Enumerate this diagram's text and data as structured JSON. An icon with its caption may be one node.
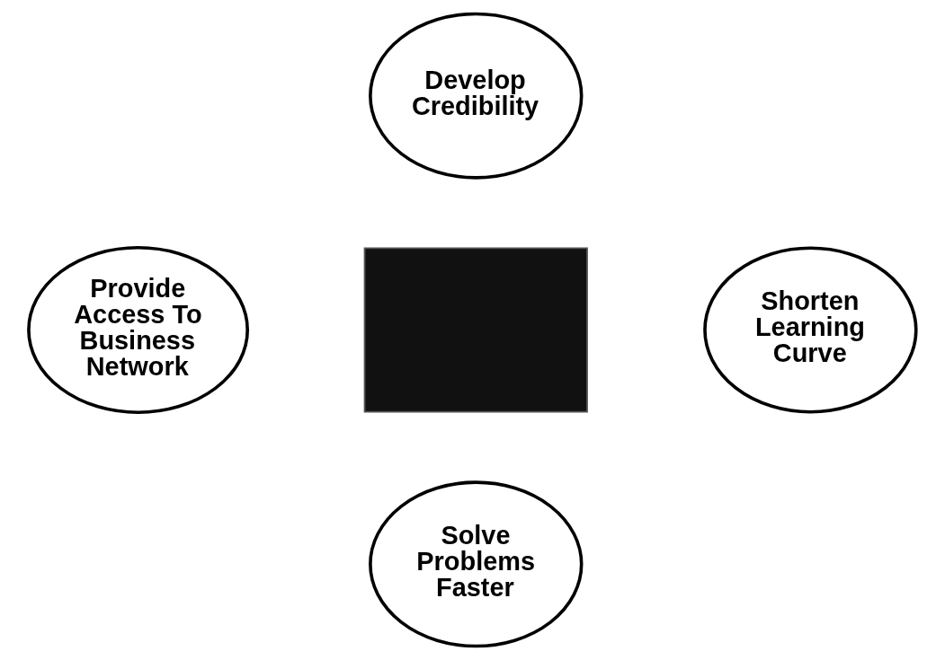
{
  "diagram": {
    "nodes": [
      {
        "text": [
          "Develop Credibility"
        ]
      },
      {
        "text": [
          "Provide Access To Business Network"
        ]
      },
      {
        "text": [],
        "shape": "box"
      },
      {
        "text": [
          "Shorten Learning Curve"
        ]
      },
      {
        "text": [
          "Solve Problems Faster"
        ]
      }
    ],
    "edges": []
  }
}
